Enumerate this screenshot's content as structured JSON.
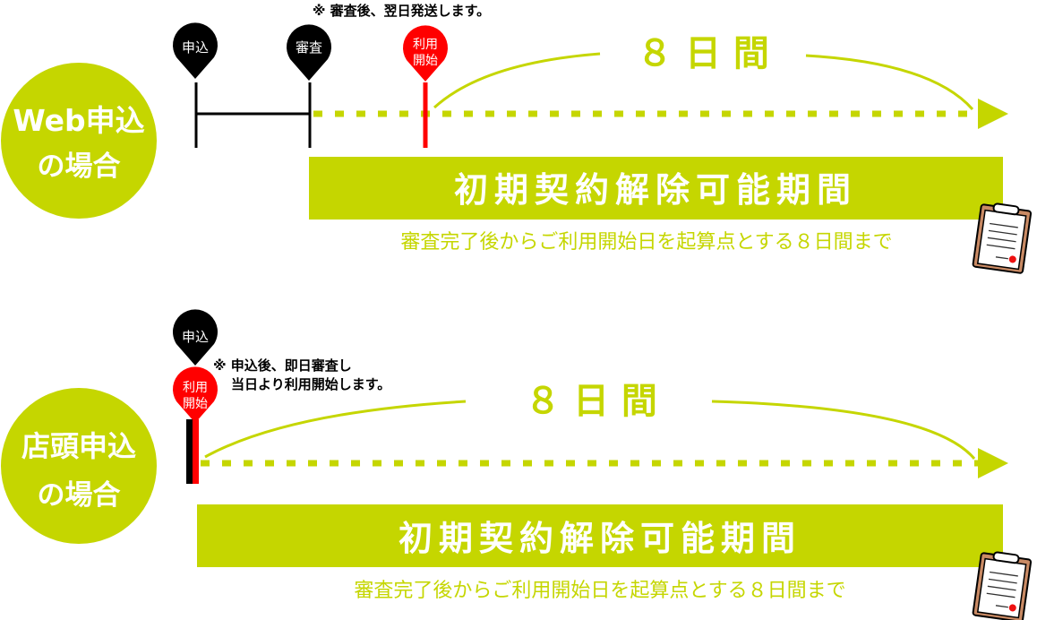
{
  "colors": {
    "green": "#c5d600",
    "red": "#ff0000",
    "black": "#000000"
  },
  "web": {
    "circle_line1": "Web申込",
    "circle_line2": "の場合",
    "note": "※ 審査後、翌日発送します。",
    "pin_apply": "申込",
    "pin_review": "審査",
    "pin_start_line1": "利用",
    "pin_start_line2": "開始",
    "days": "８ 日 間",
    "bar_label": "初期契約解除可能期間",
    "sub_label": "審査完了後からご利用開始日を起算点とする８日間まで"
  },
  "store": {
    "circle_line1": "店頭申込",
    "circle_line2": "の場合",
    "note_line1": "※ 申込後、即日審査し",
    "note_line2": "当日より利用開始します。",
    "pin_apply": "申込",
    "pin_start_line1": "利用",
    "pin_start_line2": "開始",
    "days": "８ 日 間",
    "bar_label": "初期契約解除可能期間",
    "sub_label": "審査完了後からご利用開始日を起算点とする８日間まで"
  }
}
